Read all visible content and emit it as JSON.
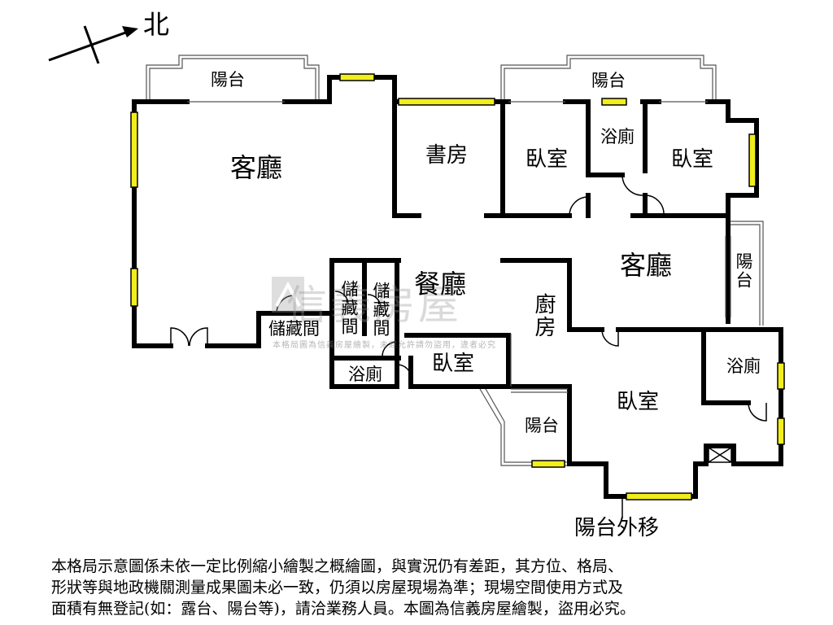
{
  "compass": {
    "north_label": "北"
  },
  "rooms": {
    "balcony_top_left": "陽台",
    "balcony_top_right": "陽台",
    "living_room_main": "客廳",
    "study": "書房",
    "bedroom_1": "臥室",
    "bathroom_1": "浴廁",
    "bedroom_2": "臥室",
    "living_room_2": "客廳",
    "balcony_right": "陽台",
    "dining_room": "餐廳",
    "storage_1": "儲藏間",
    "storage_2": "儲藏間",
    "storage_3": "儲藏間",
    "kitchen": "廚房",
    "bedroom_3": "臥室",
    "bathroom_2": "浴廁",
    "balcony_small": "陽台",
    "bedroom_master": "臥室",
    "bathroom_3": "浴廁",
    "balcony_moved_out": "陽台外移"
  },
  "watermark": {
    "brand": "信義房屋",
    "note": "本格局圖為信義房屋繪製，未經允許請勿盜用，違者必究"
  },
  "disclaimer": {
    "line1": "本格局示意圖係未依一定比例縮小繪製之概繪圖，與實況仍有差距，其方位、格局、",
    "line2": "形狀等與地政機關測量成果圖未必一致，仍須以房屋現場為準；現場空間使用方式及",
    "line3": "面積有無登記(如：露台、陽台等)，請洽業務人員。本圖為信義房屋繪製，盜用必究。"
  },
  "colors": {
    "wall": "#000000",
    "window": "#f2ee1c",
    "background": "#ffffff",
    "watermark": "#9a9a9a"
  }
}
